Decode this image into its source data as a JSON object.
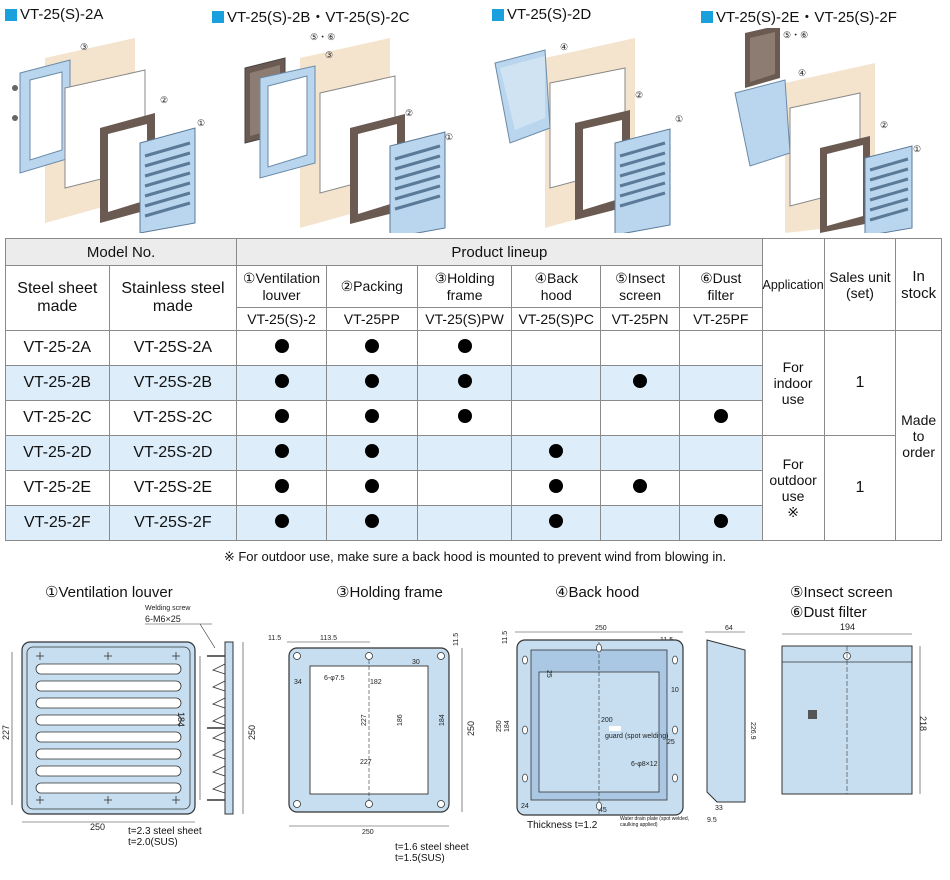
{
  "assemblies": [
    {
      "title": "VT-25(S)-2A",
      "callouts": [
        "③",
        "②",
        "①"
      ]
    },
    {
      "title": "VT-25(S)-2B・VT-25(S)-2C",
      "callouts": [
        "⑤・⑥",
        "③",
        "②",
        "①"
      ]
    },
    {
      "title": "VT-25(S)-2D",
      "callouts": [
        "④",
        "②",
        "①"
      ]
    },
    {
      "title": "VT-25(S)-2E・VT-25(S)-2F",
      "callouts": [
        "⑤・⑥",
        "④",
        "②",
        "①"
      ]
    }
  ],
  "table": {
    "model_no": "Model No.",
    "product_lineup": "Product lineup",
    "steel_sheet": [
      "Steel sheet",
      "made"
    ],
    "stainless": [
      "Stainless steel",
      "made"
    ],
    "components": [
      {
        "num": "①",
        "name": [
          "Ventilation",
          "louver"
        ],
        "code": "VT-25(S)-2"
      },
      {
        "num": "②",
        "name": [
          "Packing"
        ],
        "code": "VT-25PP"
      },
      {
        "num": "③",
        "name": [
          "Holding",
          "frame"
        ],
        "code": "VT-25(S)PW"
      },
      {
        "num": "④",
        "name": [
          "Back",
          "hood"
        ],
        "code": "VT-25(S)PC"
      },
      {
        "num": "⑤",
        "name": [
          "Insect",
          "screen"
        ],
        "code": "VT-25PN"
      },
      {
        "num": "⑥",
        "name": [
          "Dust",
          "filter"
        ],
        "code": "VT-25PF"
      }
    ],
    "application": "Application",
    "sales_unit": [
      "Sales unit",
      "(set)"
    ],
    "in_stock": [
      "In",
      "stock"
    ],
    "rows": [
      {
        "steel": "VT-25-2A",
        "stainless": "VT-25S-2A",
        "marks": [
          1,
          1,
          1,
          0,
          0,
          0
        ]
      },
      {
        "steel": "VT-25-2B",
        "stainless": "VT-25S-2B",
        "marks": [
          1,
          1,
          1,
          0,
          1,
          0
        ]
      },
      {
        "steel": "VT-25-2C",
        "stainless": "VT-25S-2C",
        "marks": [
          1,
          1,
          1,
          0,
          0,
          1
        ]
      },
      {
        "steel": "VT-25-2D",
        "stainless": "VT-25S-2D",
        "marks": [
          1,
          1,
          0,
          1,
          0,
          0
        ]
      },
      {
        "steel": "VT-25-2E",
        "stainless": "VT-25S-2E",
        "marks": [
          1,
          1,
          0,
          1,
          1,
          0
        ]
      },
      {
        "steel": "VT-25-2F",
        "stainless": "VT-25S-2F",
        "marks": [
          1,
          1,
          0,
          1,
          0,
          1
        ]
      }
    ],
    "indoor": [
      "For",
      "indoor",
      "use"
    ],
    "outdoor": [
      "For",
      "outdoor",
      "use",
      "※"
    ],
    "unit_indoor": "1",
    "unit_outdoor": "1",
    "stock": [
      "Made",
      "to",
      "order"
    ]
  },
  "note": "※ For outdoor use, make sure a back hood is mounted to prevent wind from blowing in.",
  "drawings": {
    "louver": {
      "title": "①Ventilation louver",
      "welding": [
        "Welding screw",
        "6-M6×25"
      ],
      "dims": [
        "227",
        "184",
        "250",
        "250"
      ],
      "thickness": [
        "t=2.3 steel sheet",
        "t=2.0(SUS)"
      ]
    },
    "frame": {
      "title": "③Holding frame",
      "dims": [
        "11.5",
        "113.5",
        "11.5",
        "6-φ7.5",
        "182",
        "30",
        "34",
        "227",
        "186",
        "184",
        "250",
        "227",
        "250"
      ],
      "thickness": [
        "t=1.6 steel sheet",
        "t=1.5(SUS)"
      ]
    },
    "hood": {
      "title": "④Back hood",
      "dims": [
        "250",
        "11.5",
        "11.5",
        "25",
        "184",
        "250",
        "200",
        "10",
        "25",
        "6-φ8×12",
        "24",
        "45",
        "64",
        "226.9",
        "33",
        "9.5"
      ],
      "guard": "guard (spot welding)",
      "thickness": "Thickness  t=1.2",
      "drain": [
        "Water drain plate (spot welded,",
        "caulking applied)"
      ]
    },
    "screen": {
      "title1": "⑤Insect screen",
      "title2": "⑥Dust filter",
      "dims": [
        "194",
        "218"
      ]
    }
  },
  "colors": {
    "accent": "#1aa0dc",
    "row_blue": "#ddeefa",
    "part_blue": "#b9d6ee",
    "packing": "#6a5a52",
    "wall": "#f1ddc0"
  }
}
